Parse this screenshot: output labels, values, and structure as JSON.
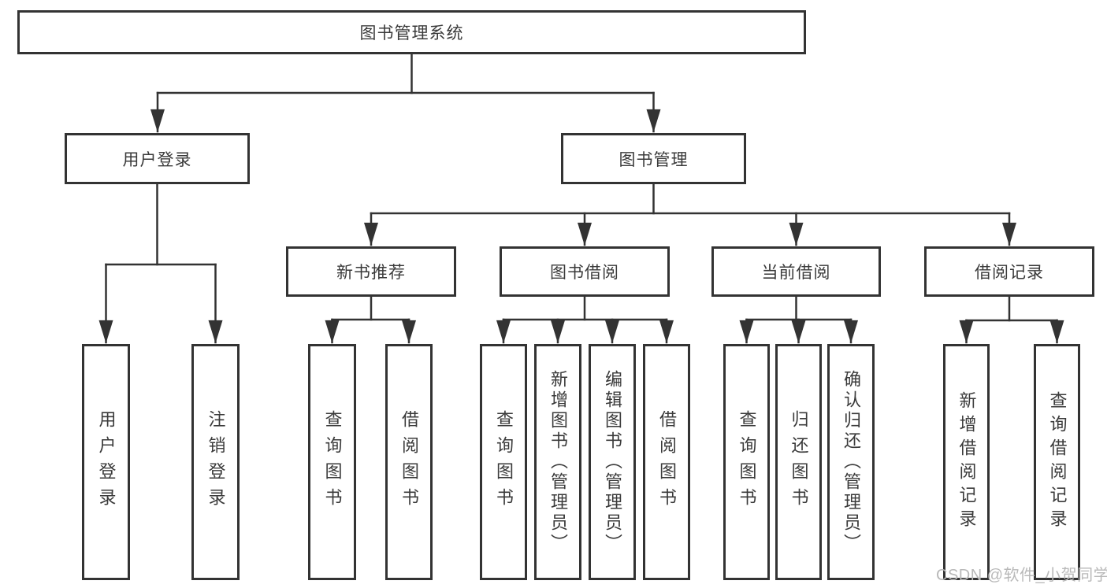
{
  "title": "图书管理系统",
  "tree": {
    "root": {
      "label": "图书管理系统"
    },
    "branches": [
      {
        "label": "用户登录",
        "children": [
          {
            "label": "用户登录"
          },
          {
            "label": "注销登录"
          }
        ]
      },
      {
        "label": "图书管理",
        "children": [
          {
            "label": "新书推荐",
            "children": [
              {
                "label": "查询图书"
              },
              {
                "label": "借阅图书"
              }
            ]
          },
          {
            "label": "图书借阅",
            "children": [
              {
                "label": "查询图书"
              },
              {
                "label": "新增图书（管理员）"
              },
              {
                "label": "编辑图书（管理员）"
              },
              {
                "label": "借阅图书"
              }
            ]
          },
          {
            "label": "当前借阅",
            "children": [
              {
                "label": "查询图书"
              },
              {
                "label": "归还图书"
              },
              {
                "label": "确认归还（管理员）"
              }
            ]
          },
          {
            "label": "借阅记录",
            "children": [
              {
                "label": "新增借阅记录"
              },
              {
                "label": "查询借阅记录"
              }
            ]
          }
        ]
      }
    ]
  },
  "watermark": {
    "text": "CSDN @软件_小贺同学",
    "color": "#b9b9b9"
  },
  "colors": {
    "line": "#333333",
    "box_border": "#333333",
    "box_fill": "#ffffff",
    "text": "#3a3a3a",
    "background": "#ffffff"
  }
}
